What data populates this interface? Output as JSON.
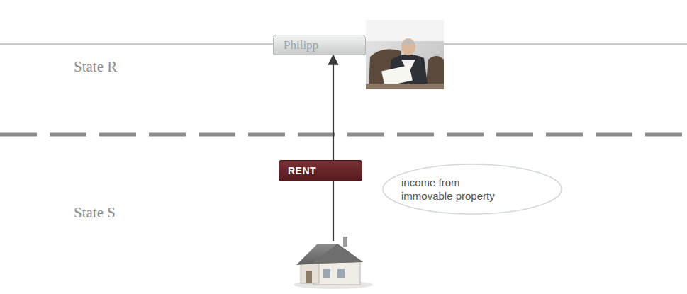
{
  "diagram": {
    "nodes": [
      {
        "text": [
          "Philipp"
        ]
      },
      {
        "text": [
          "RENT"
        ]
      },
      {
        "text": [
          "income from immovable property"
        ]
      }
    ],
    "edges": [
      {
        "from": 1,
        "to": 0,
        "arrow": "to"
      }
    ],
    "labels": [
      "State R",
      "State S"
    ]
  }
}
